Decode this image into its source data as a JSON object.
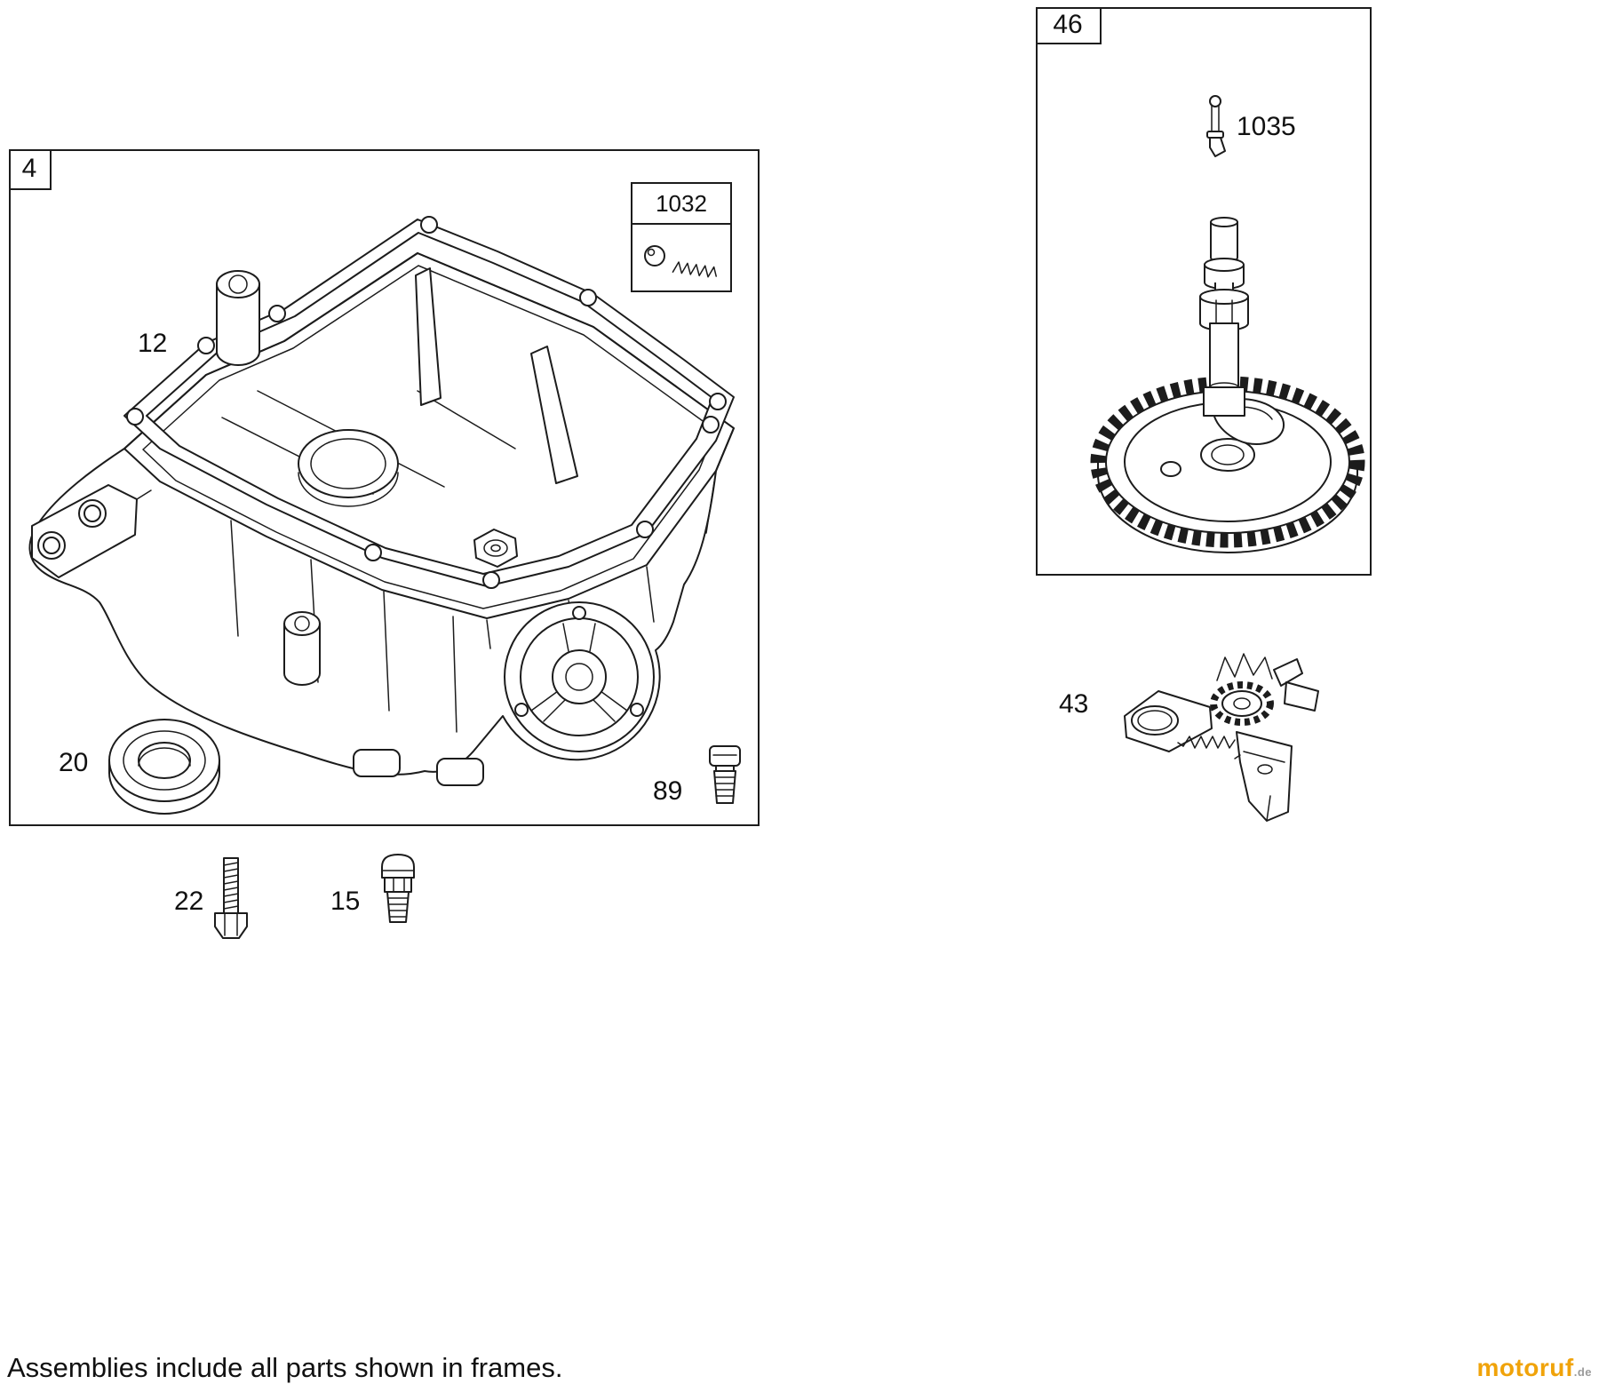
{
  "diagram": {
    "footer_note": "Assemblies include all parts shown in frames.",
    "frames": {
      "crankcase": {
        "label": "4"
      },
      "camshaft": {
        "label": "46"
      },
      "kit": {
        "label": "1032"
      }
    },
    "part_labels": {
      "gasket": "12",
      "oil_seal": "20",
      "drain_plug": "89",
      "screw": "22",
      "pipe_plug": "15",
      "tappet": "1035",
      "governor": "43"
    },
    "logo": {
      "brand": "motoruf",
      "tld": ".de",
      "brand_color": "#F0A30A",
      "tld_color": "#9A9A9A"
    },
    "line_color": "#1C1C1C"
  }
}
